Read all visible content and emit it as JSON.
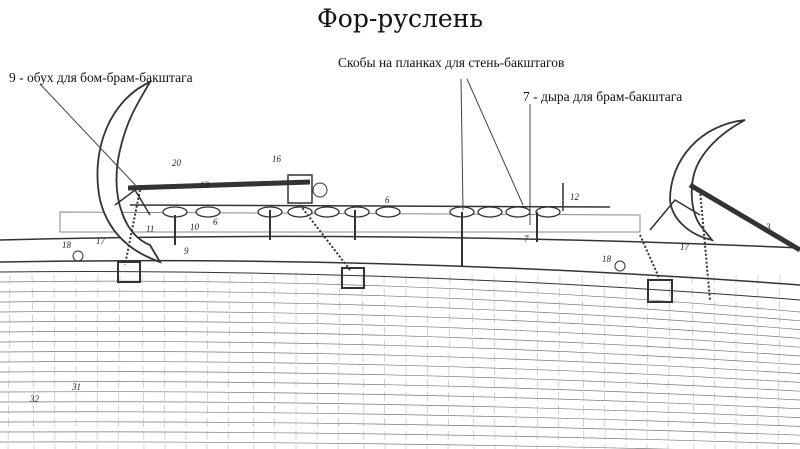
{
  "title": "Фор-руслень",
  "annotations": [
    {
      "id": "eyebolt",
      "text": "9 - обух для бом-брам-бакштага"
    },
    {
      "id": "brackets",
      "text": "Скобы на планках для стень-бакштагов"
    },
    {
      "id": "hole",
      "text": "7 - дыра для брам-бакштага"
    }
  ],
  "drawing_numbers": [
    "17",
    "18",
    "13",
    "16",
    "6",
    "7",
    "12",
    "3",
    "9",
    "10",
    "11",
    "20",
    "31",
    "32",
    "17",
    "18",
    "6"
  ]
}
